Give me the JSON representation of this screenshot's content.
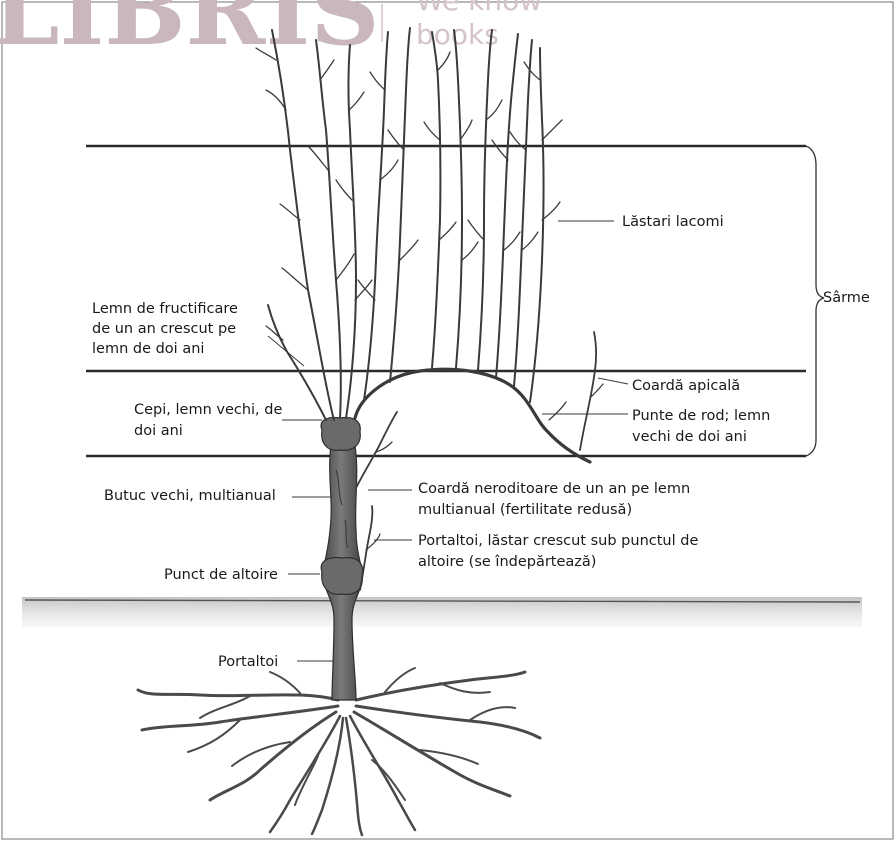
{
  "watermark": {
    "brand": "LIBRIS",
    "tagline_1": "We know",
    "tagline_2": "books"
  },
  "labels": {
    "lastari_lacomi": "Lăstari lacomi",
    "sarme": "Sârme",
    "lemn_fructificare": [
      "Lemn de fructificare",
      "de un an crescut pe",
      "lemn de doi ani"
    ],
    "coarda_apicala": "Coardă apicală",
    "punte_de_rod": [
      "Punte de rod; lemn",
      "vechi de doi ani"
    ],
    "cepi": [
      "Cepi, lemn vechi, de",
      "doi ani"
    ],
    "butuc": "Butuc vechi, multianual",
    "coarda_neroditoare": [
      "Coardă neroditoare de un an pe lemn",
      "multianual (fertilitate redusă)"
    ],
    "portaltoi_lastar": [
      "Portaltoi, lăstar crescut sub punctul de",
      "altoire (se îndepărtează)"
    ],
    "punct_altoire": "Punct de altoire",
    "portaltoi": "Portaltoi"
  },
  "colors": {
    "trunk": "#5a5a5a",
    "trunk_dark": "#3c3c3c",
    "ground": "#d2d2d2",
    "frame": "#8a8a8a"
  }
}
